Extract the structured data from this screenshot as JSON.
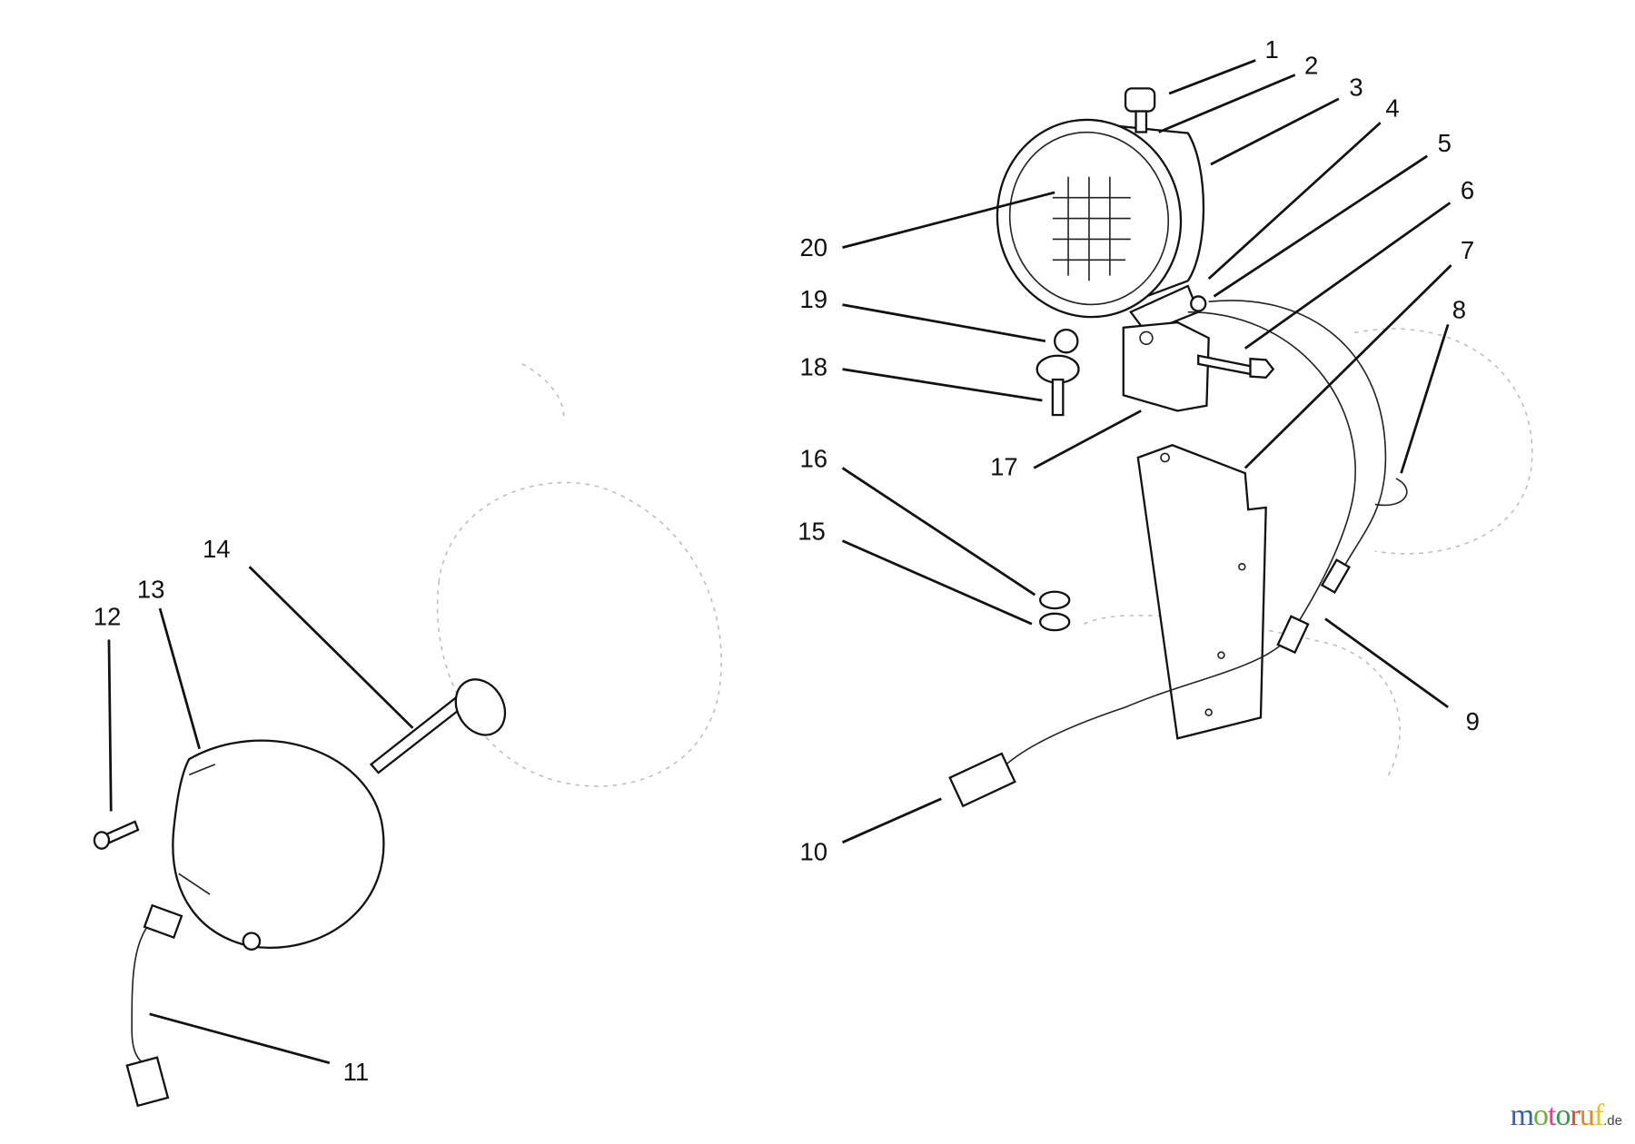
{
  "diagram": {
    "callouts": [
      "1",
      "2",
      "3",
      "4",
      "5",
      "6",
      "7",
      "8",
      "9",
      "10",
      "11",
      "12",
      "13",
      "14",
      "15",
      "16",
      "17",
      "18",
      "19",
      "20"
    ]
  },
  "watermark": {
    "text": "motoruf",
    "suffix": ".de",
    "colors": [
      "#3b5fa8",
      "#6cae3c",
      "#d9478f",
      "#3b9a4a",
      "#d94a2a",
      "#e08a1c",
      "#e8c21c"
    ]
  }
}
